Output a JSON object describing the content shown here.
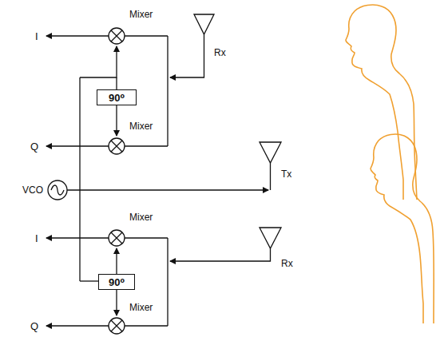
{
  "diagram": {
    "nodes": [
      {
        "text": [
          "90⁰"
        ]
      },
      {
        "text": [
          "90⁰"
        ]
      }
    ],
    "labels": [
      "Mixer",
      "I",
      "Rx",
      "Mixer",
      "Q",
      "Tx",
      "VCO",
      "Mixer",
      "I",
      "Rx",
      "Mixer",
      "Q"
    ]
  }
}
